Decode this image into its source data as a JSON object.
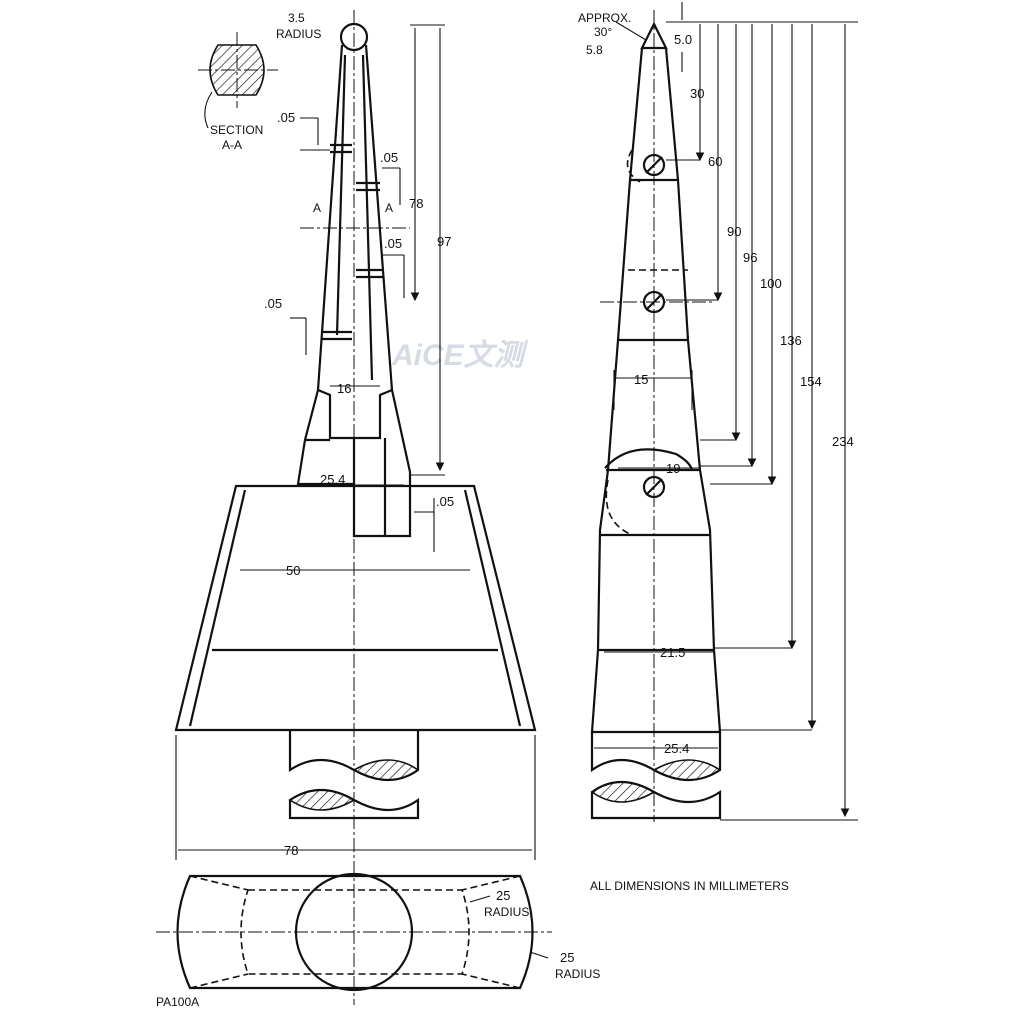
{
  "drawing_id": "PA100A",
  "note": "ALL DIMENSIONS IN MILLIMETERS",
  "watermark": "AiCE文测",
  "section": {
    "label_line1": "SECTION",
    "label_line2": "A-A",
    "cut_mark": "A"
  },
  "front_view": {
    "tip_radius_value": "3.5",
    "tip_radius_word": "RADIUS",
    "gap_1": ".05",
    "gap_2": ".05",
    "gap_3": ".05",
    "gap_4": ".05",
    "gap_5": ".05",
    "height_78": "78",
    "height_97": "97",
    "neck_width": "16",
    "shoulder_width": "25.4",
    "base_top_width": "50",
    "overall_width": "78"
  },
  "side_view": {
    "approx_word": "APPROX.",
    "approx_angle": "30°",
    "tip_5_0": "5.0",
    "tip_5_8": "5.8",
    "heights": [
      "30",
      "60",
      "90",
      "96",
      "100",
      "136",
      "154",
      "234"
    ],
    "width_15": "15",
    "width_19": "19",
    "width_21_5": "21.5",
    "width_25_4": "25.4"
  },
  "plan_view": {
    "inner_radius_value": "25",
    "inner_radius_word": "RADIUS",
    "outer_radius_value": "25",
    "outer_radius_word": "RADIUS"
  }
}
